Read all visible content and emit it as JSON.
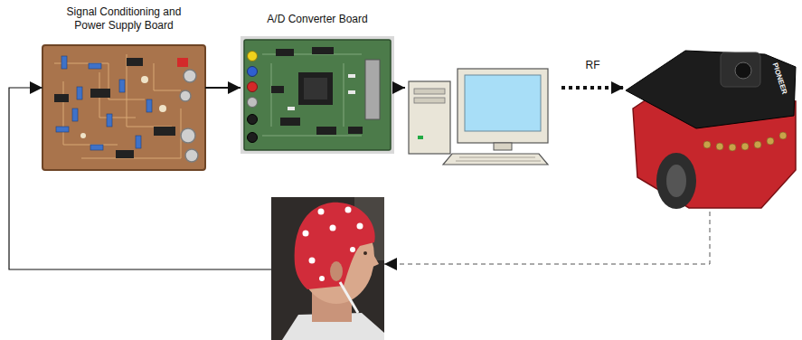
{
  "diagram": {
    "nodes": [
      {
        "text": [
          "Signal Conditioning and Power Supply Board"
        ]
      },
      {
        "text": [
          "A/D Converter Board"
        ]
      },
      {
        "text": []
      },
      {
        "text": [
          "PIONEER"
        ]
      },
      {
        "text": []
      }
    ],
    "edges": [
      {
        "from": 0,
        "to": 1,
        "arrow": "to"
      },
      {
        "from": 1,
        "to": 2,
        "arrow": "to"
      },
      {
        "from": 2,
        "to": 3,
        "label": "RF",
        "arrow": "to"
      },
      {
        "from": 3,
        "to": 4,
        "arrow": "to"
      },
      {
        "from": 4,
        "to": 0,
        "arrow": "to"
      }
    ]
  }
}
